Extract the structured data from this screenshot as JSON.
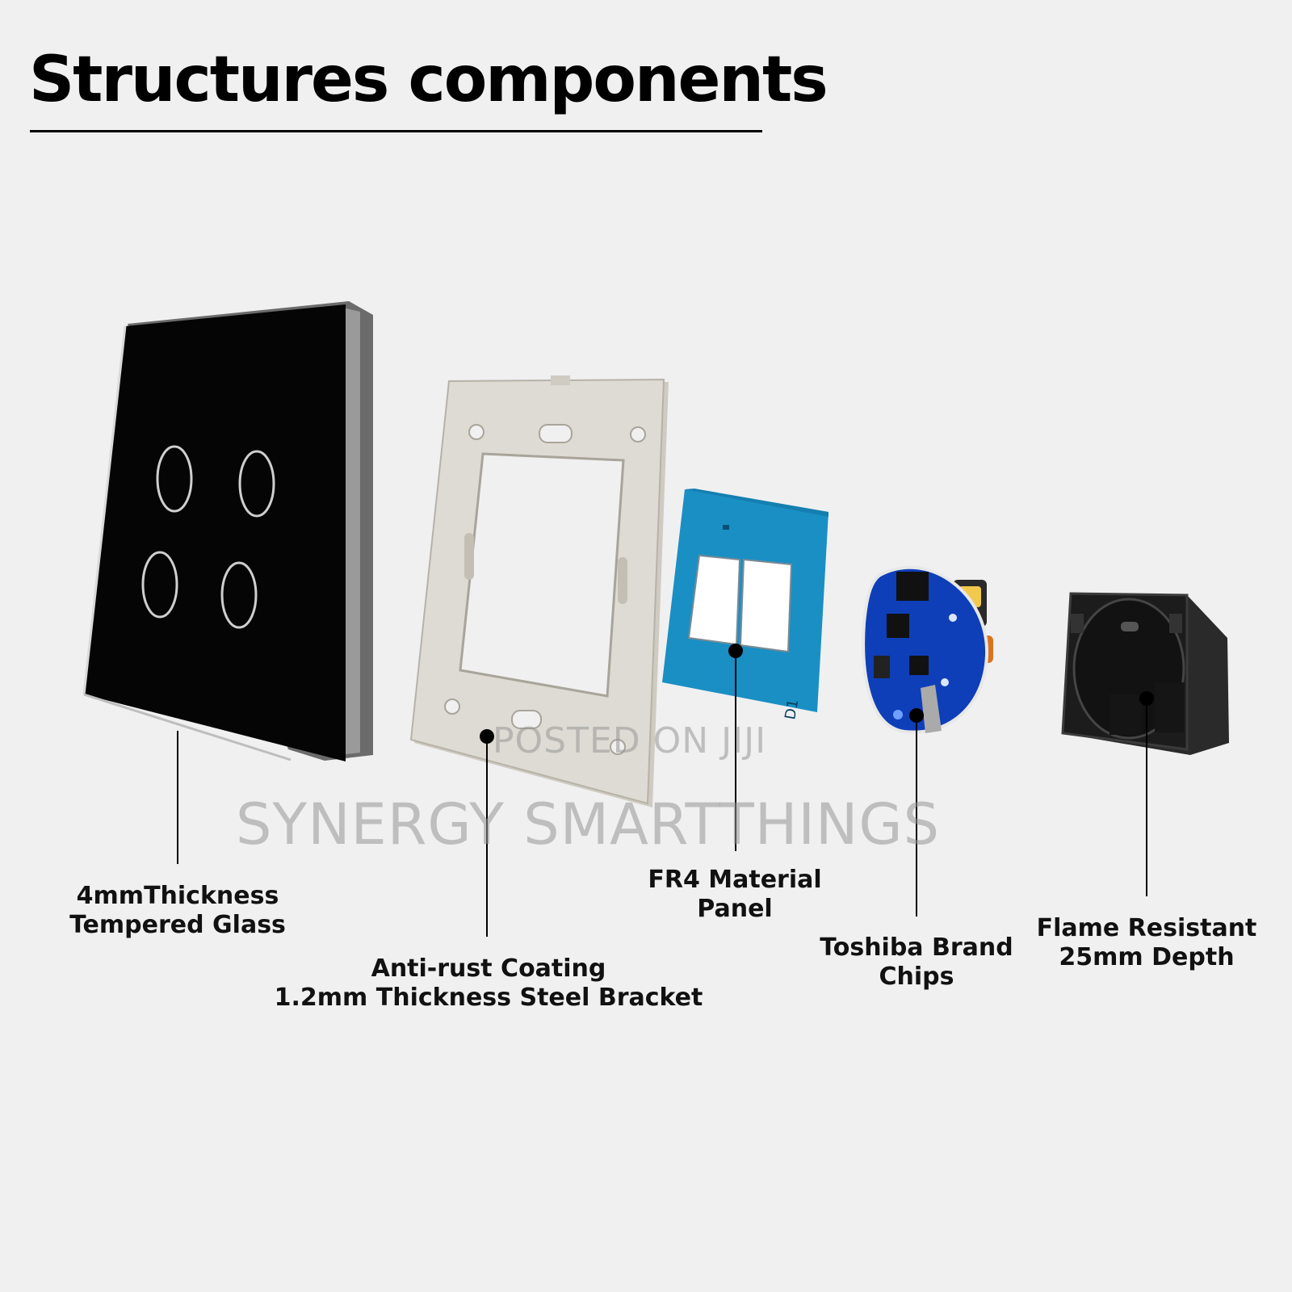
{
  "title": "Structures components",
  "components": [
    {
      "lines": [
        "4mmThickness",
        "Tempered Glass"
      ]
    },
    {
      "lines": [
        "Anti-rust Coating",
        "1.2mm Thickness Steel Bracket"
      ]
    },
    {
      "lines": [
        "FR4 Material",
        "Panel"
      ]
    },
    {
      "lines": [
        "Toshiba Brand",
        "Chips"
      ]
    },
    {
      "lines": [
        "Flame Resistant",
        "25mm Depth"
      ]
    }
  ],
  "watermark": {
    "line1": "POSTED ON JIJI",
    "line2": "SYNERGY SMARTTHINGS"
  },
  "pcb_marking": "D1",
  "colors": {
    "background": "#f0f0f1",
    "glass": "#050505",
    "bracket": "#d9d6cf",
    "pcb_panel": "#1a8fc4",
    "pcb_board": "#0e3fb8",
    "housing": "#1c1c1c"
  }
}
